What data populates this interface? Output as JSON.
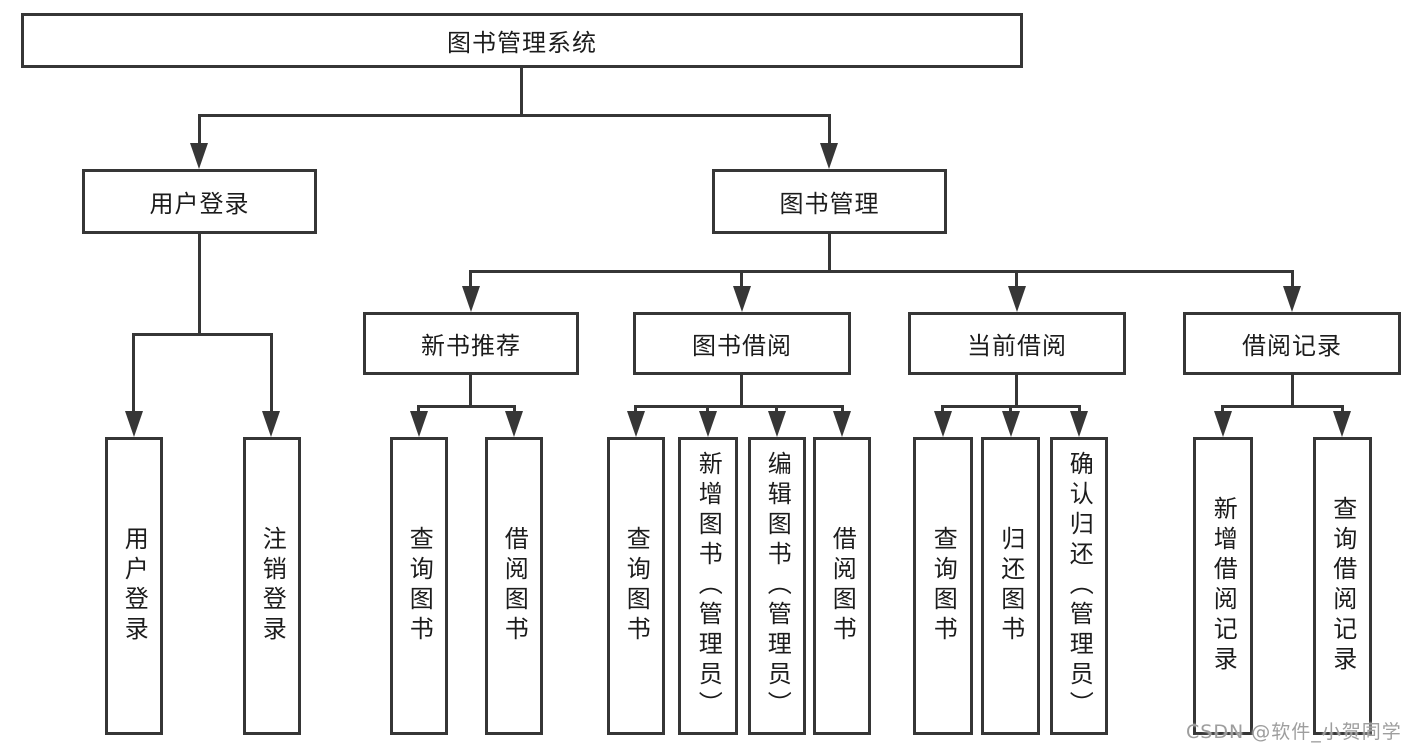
{
  "tree": {
    "label": "图书管理系统",
    "children": [
      {
        "label": "用户登录",
        "children": [
          {
            "label": "用户登录"
          },
          {
            "label": "注销登录"
          }
        ]
      },
      {
        "label": "图书管理",
        "children": [
          {
            "label": "新书推荐",
            "children": [
              {
                "label": "查询图书"
              },
              {
                "label": "借阅图书"
              }
            ]
          },
          {
            "label": "图书借阅",
            "children": [
              {
                "label": "查询图书"
              },
              {
                "label": "新增图书（管理员）"
              },
              {
                "label": "编辑图书（管理员）"
              },
              {
                "label": "借阅图书"
              }
            ]
          },
          {
            "label": "当前借阅",
            "children": [
              {
                "label": "查询图书"
              },
              {
                "label": "归还图书"
              },
              {
                "label": "确认归还（管理员）"
              }
            ]
          },
          {
            "label": "借阅记录",
            "children": [
              {
                "label": "新增借阅记录"
              },
              {
                "label": "查询借阅记录"
              }
            ]
          }
        ]
      }
    ]
  },
  "watermark": {
    "text": "CSDN @软件_小贺同学"
  },
  "colors": {
    "line": "#363636",
    "text": "#1c1c1c",
    "watermark": "#9e9e9e",
    "background": "#ffffff"
  }
}
